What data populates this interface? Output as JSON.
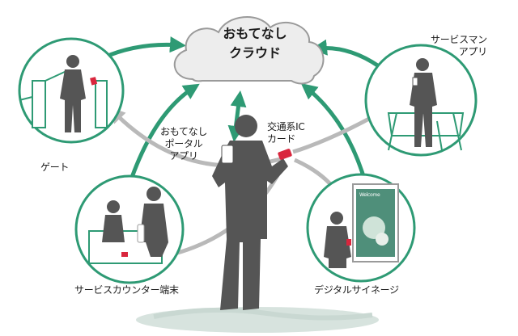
{
  "cloud": {
    "line1": "おもてなし",
    "line2": "クラウド"
  },
  "labels": {
    "gate": "ゲート",
    "service_app_line1": "サービスマン",
    "service_app_line2": "アプリ",
    "portal_line1": "おもてなし",
    "portal_line2": "ポータル",
    "portal_line3": "アプリ",
    "ic_line1": "交通系IC",
    "ic_line2": "カード",
    "counter": "サービスカウンター端末",
    "signage": "デジタルサイネージ",
    "signage_screen": "Welcome"
  },
  "colors": {
    "green": "#2e9a74",
    "gray_arrow": "#b9b9b9",
    "silhouette": "#555555",
    "cloud_fill": "#ededed",
    "cloud_stroke": "#9a9a9a",
    "shadow": "#d7e3de"
  }
}
